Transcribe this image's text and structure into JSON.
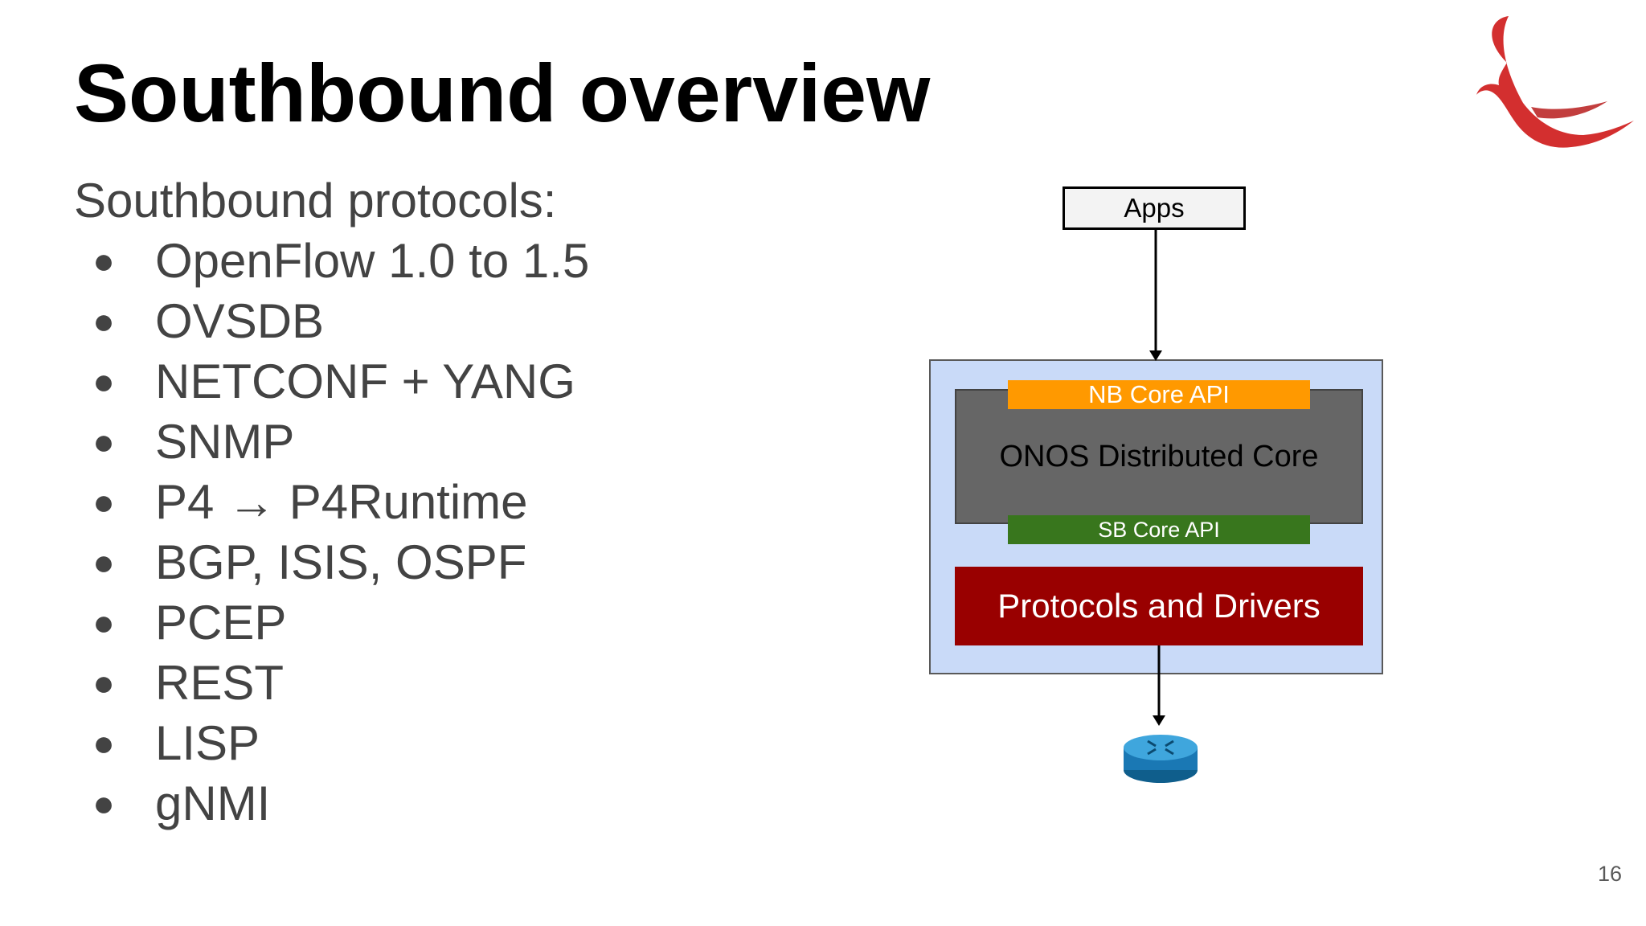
{
  "slide": {
    "title": "Southbound overview",
    "intro": "Southbound protocols:",
    "bullet_char": "●",
    "protocols": [
      "OpenFlow 1.0 to 1.5",
      "OVSDB",
      "NETCONF + YANG",
      "SNMP",
      "P4 → P4Runtime",
      "BGP, ISIS, OSPF",
      "PCEP",
      "REST",
      "LISP",
      "gNMI"
    ],
    "page_number": "16"
  },
  "diagram": {
    "apps": "Apps",
    "nb_api": "NB Core API",
    "core": "ONOS Distributed Core",
    "sb_api": "SB Core API",
    "drivers": "Protocols and Drivers"
  },
  "icons": {
    "logo": "bird-logo-icon",
    "device": "router-icon"
  },
  "colors": {
    "nb_api": "#ff9900",
    "sb_api": "#38761d",
    "drivers": "#990000",
    "core": "#666666",
    "container": "#c9daf8",
    "logo": "#d32f2f"
  }
}
